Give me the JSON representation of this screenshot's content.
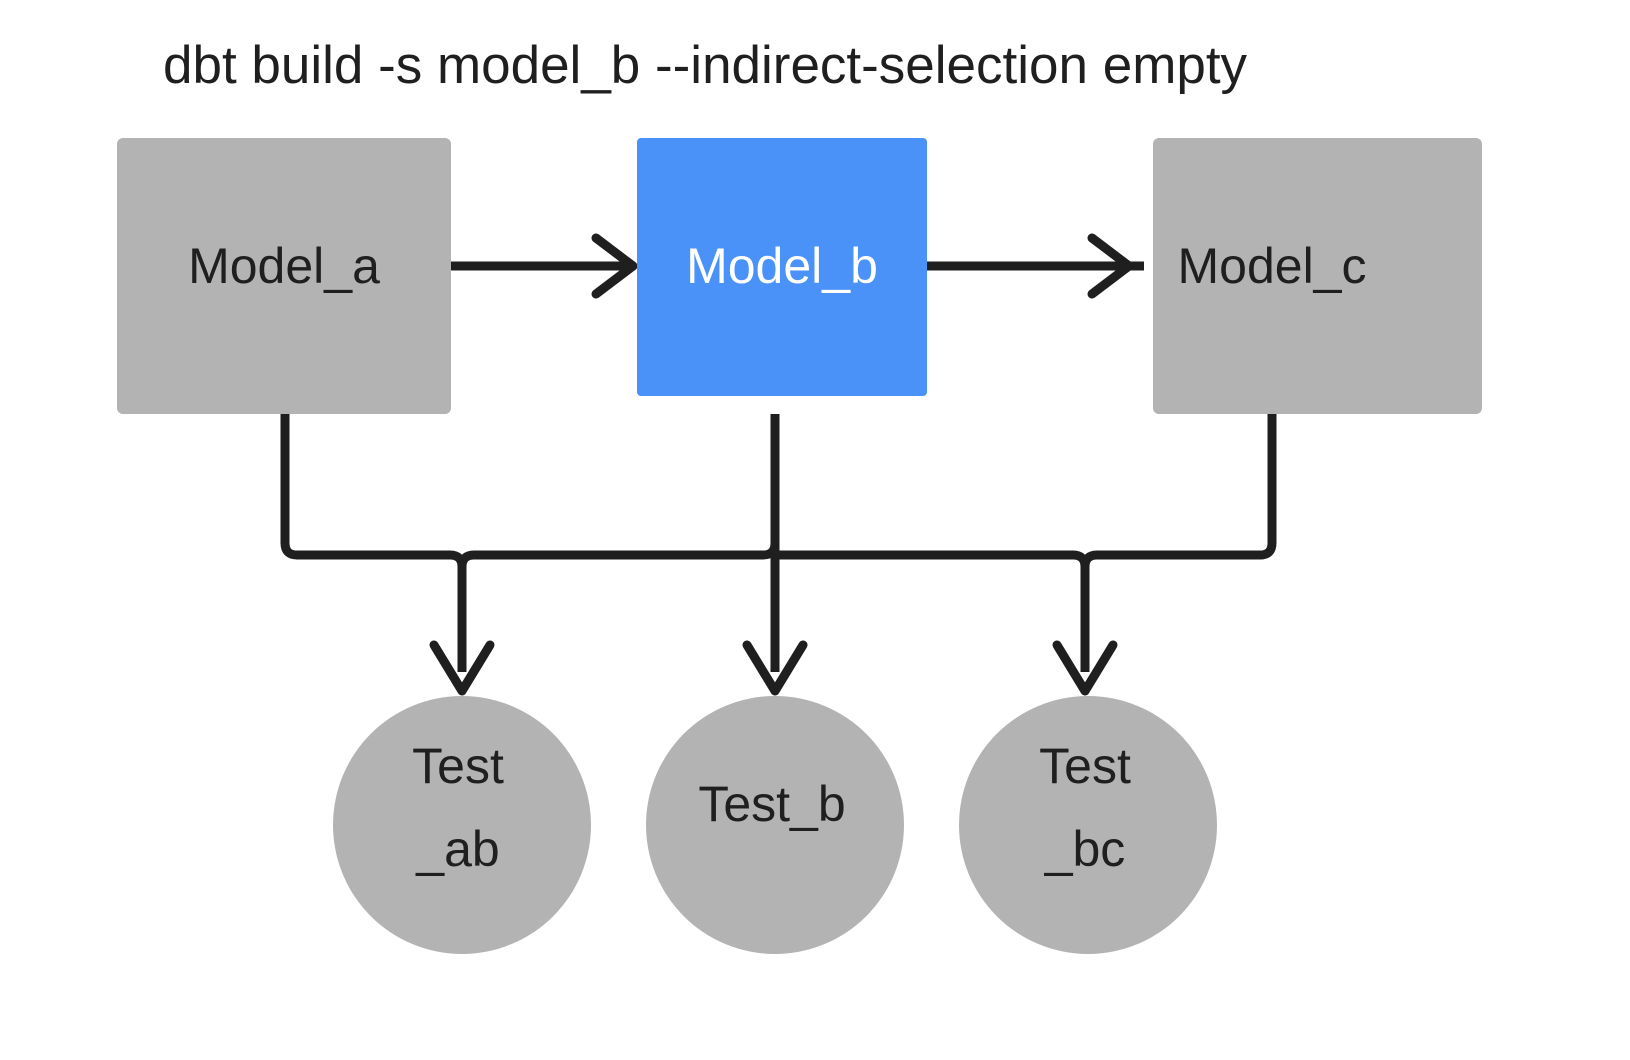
{
  "title": "dbt build -s model_b --indirect-selection empty",
  "colors": {
    "background": "#ffffff",
    "node_gray": "#b3b3b3",
    "node_selected_blue": "#4a92f7",
    "edge_black": "#1f1f1f",
    "text_dark": "#1f1f1f",
    "text_light": "#ffffff"
  },
  "models": [
    {
      "id": "model_a",
      "label": "Model_a",
      "state": "unselected"
    },
    {
      "id": "model_b",
      "label": "Model_b",
      "state": "selected"
    },
    {
      "id": "model_c",
      "label": "Model_c",
      "state": "unselected"
    }
  ],
  "tests": [
    {
      "id": "test_ab",
      "label_line1": "Test",
      "label_line2": "_ab",
      "state": "unselected"
    },
    {
      "id": "test_b",
      "label_line1": "Test_b",
      "label_line2": "",
      "state": "unselected"
    },
    {
      "id": "test_bc",
      "label_line1": "Test",
      "label_line2": "_bc",
      "state": "unselected"
    }
  ],
  "edges": [
    {
      "from": "model_a",
      "to": "model_b",
      "kind": "straight-right"
    },
    {
      "from": "model_b",
      "to": "model_c",
      "kind": "straight-right"
    },
    {
      "from": "model_a",
      "to": "test_ab",
      "kind": "elbow-down-right"
    },
    {
      "from": "model_b",
      "to": "test_ab",
      "kind": "elbow-down-left"
    },
    {
      "from": "model_b",
      "to": "test_b",
      "kind": "straight-down"
    },
    {
      "from": "model_b",
      "to": "test_bc",
      "kind": "elbow-down-right"
    },
    {
      "from": "model_c",
      "to": "test_bc",
      "kind": "elbow-down-left"
    }
  ]
}
